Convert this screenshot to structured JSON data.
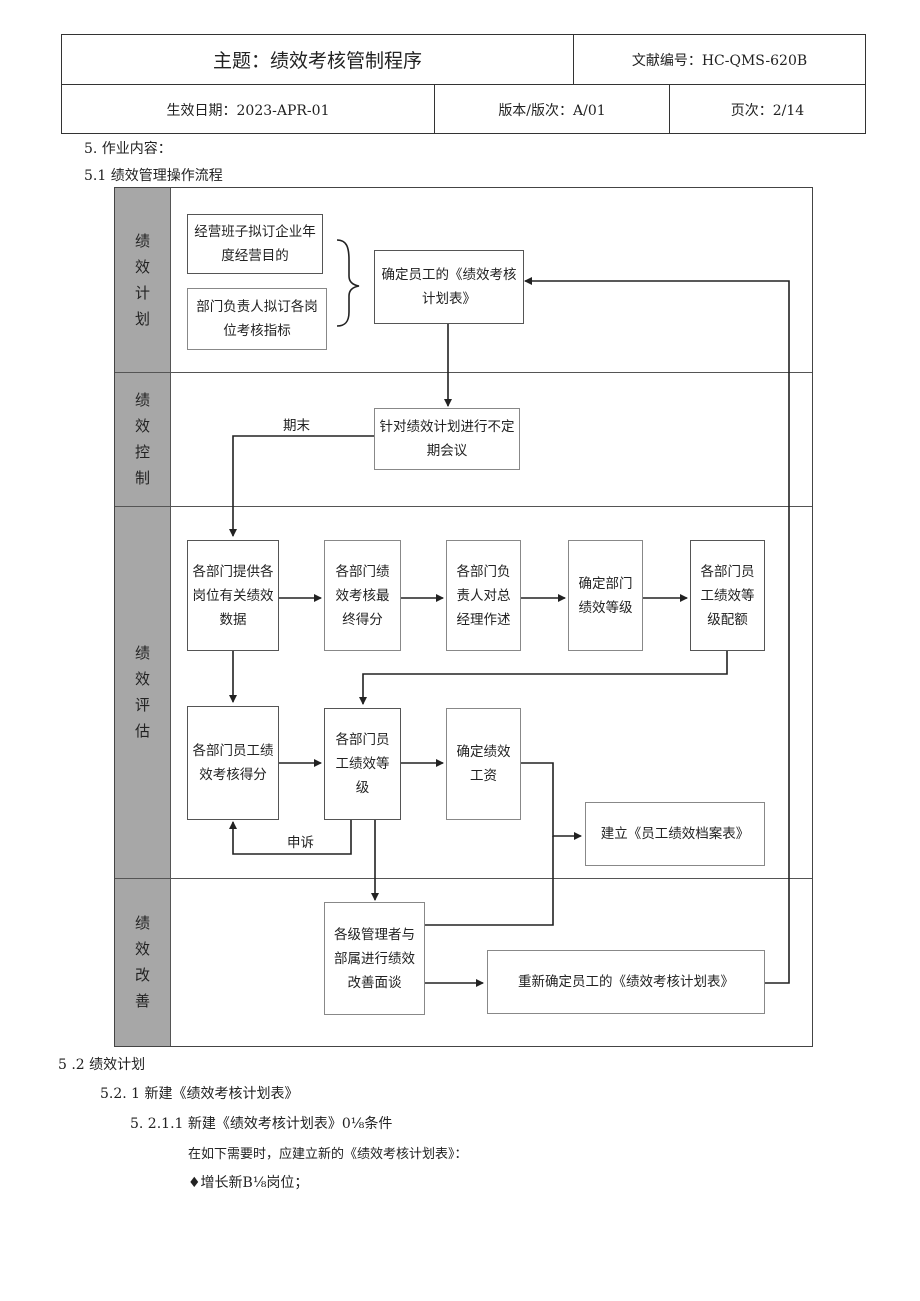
{
  "header": {
    "title": "主题：绩效考核管制程序",
    "doc_no": "文献编号：HC-QMS-620B",
    "effective_date": "生效日期：2023-APR-01",
    "version": "版本/版次：A/01",
    "page": "页次：2/14"
  },
  "sections": {
    "s5": "5. 作业内容：",
    "s5_1": "5.1 绩效管理操作流程"
  },
  "flow": {
    "lanes": {
      "plan": "绩\n效\n计\n划",
      "control": "绩\n效\n控\n制",
      "eval": "绩\n效\n评\n估",
      "improve": "绩\n效\n改\n善"
    },
    "boxes": {
      "b1": "经营班子拟订企业年度经营目的",
      "b2": "部门负责人拟订各岗位考核指标",
      "b3": "确定员工的《绩效考核计划表》",
      "b4": "针对绩效计划进行不定期会议",
      "b5": "各部门提供各岗位有关绩效数据",
      "b6": "各部门绩效考核最终得分",
      "b7": "各部门负责人对总经理作述",
      "b8": "确定部门绩效等级",
      "b9": "各部门员工绩效等级配额",
      "b10": "各部门员工绩效考核得分",
      "b11": "各部门员工绩效等级",
      "b12": "确定绩效工资",
      "b13": "建立《员工绩效档案表》",
      "b14": "各级管理者与部属进行绩效改善面谈",
      "b15": "重新确定员工的《绩效考核计划表》"
    },
    "labels": {
      "period_end": "期末",
      "appeal": "申诉"
    }
  },
  "body": {
    "s5_2": "5  .2 绩效计划",
    "s5_2_1": "5.2.   1 新建《绩效考核计划表》",
    "s5_2_1_1": "5.   2.1.1 新建《绩效考核计划表》0⅛条件",
    "p1": "在如下需要时，应建立新的《绩效考核计划表》：",
    "bullet1": "♦增长新B⅛岗位；"
  }
}
